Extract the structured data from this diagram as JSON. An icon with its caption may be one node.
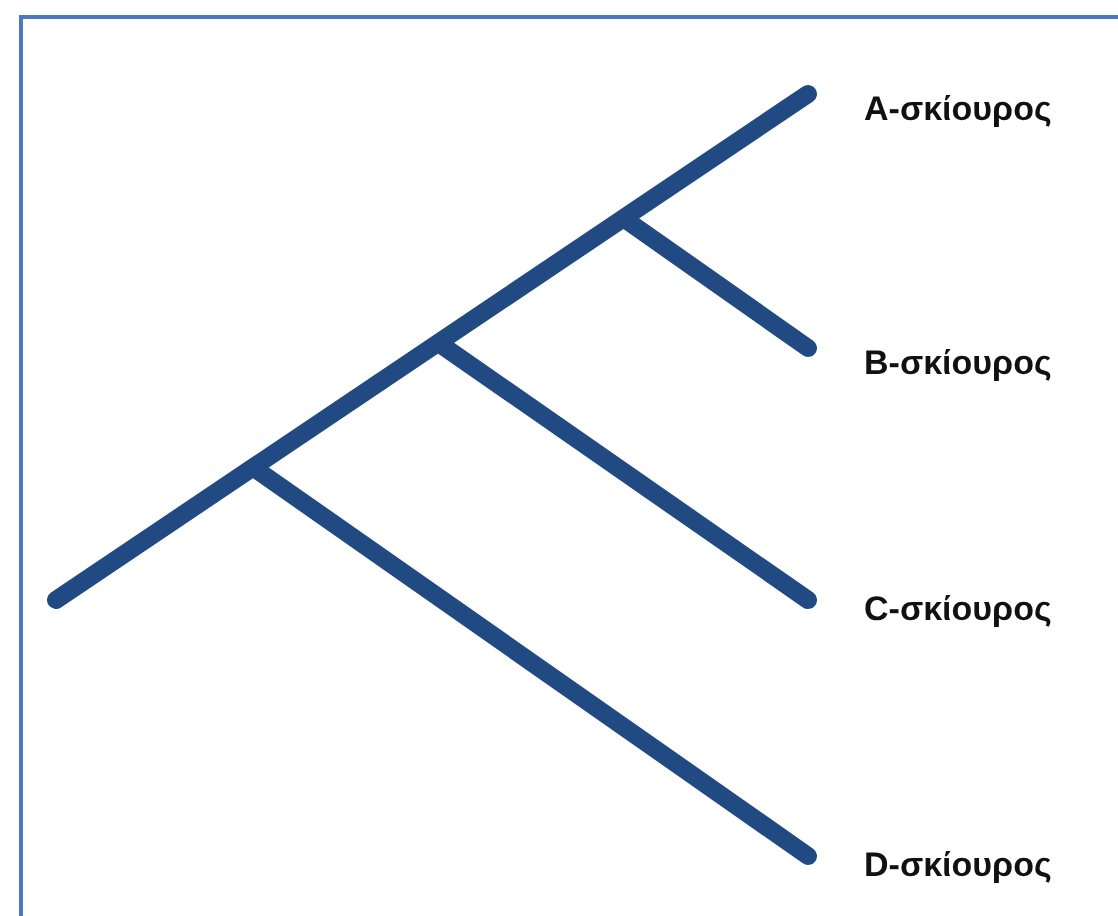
{
  "diagram": {
    "labels": [
      "A-σκίουρος",
      "B-σκίουρος",
      "C-σκίουρος",
      "D-σκίουρος"
    ]
  }
}
